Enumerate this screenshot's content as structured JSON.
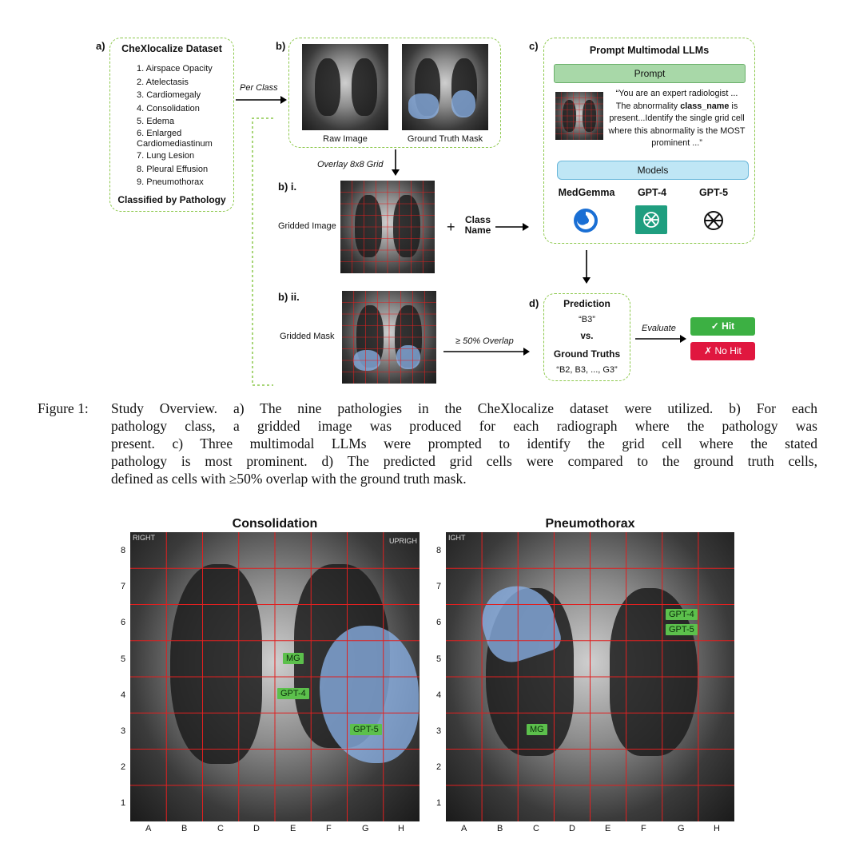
{
  "panel_a": {
    "letter": "a)",
    "title": "CheXlocalize Dataset",
    "items": [
      "1. Airspace Opacity",
      "2. Atelectasis",
      "3. Cardiomegaly",
      "4. Consolidation",
      "5. Edema",
      "6. Enlarged",
      "Cardiomediastinum",
      "7. Lung Lesion",
      "8. Pleural Effusion",
      "9. Pneumothorax"
    ],
    "footer": "Classified by Pathology",
    "arrow_label": "Per Class"
  },
  "panel_b": {
    "letter": "b)",
    "raw_label": "Raw Image",
    "gt_label": "Ground Truth Mask",
    "overlay_label": "Overlay 8x8 Grid",
    "bi": "b) i.",
    "gridded_image": "Gridded Image",
    "plus": "+",
    "class_name": "Class Name",
    "bii": "b) ii.",
    "gridded_mask": "Gridded Mask",
    "overlap_label": "≥ 50% Overlap"
  },
  "panel_c": {
    "letter": "c)",
    "title": "Prompt Multimodal LLMs",
    "prompt_header": "Prompt",
    "prompt_text_1": "“You are an expert radiologist ...",
    "prompt_text_2a": "The abnormality ",
    "prompt_text_2b": "class_name",
    "prompt_text_2c": " is",
    "prompt_text_3": "present...Identify the single grid cell",
    "prompt_text_4": "where this abnormality is the MOST",
    "prompt_text_5": "prominent ...”",
    "models_header": "Models",
    "models": [
      "MedGemma",
      "GPT-4",
      "GPT-5"
    ]
  },
  "panel_d": {
    "letter": "d)",
    "prediction": "Prediction",
    "pred_value": "“B3”",
    "vs": "vs.",
    "gt": "Ground Truths",
    "gt_value": "“B2, B3, ..., G3”",
    "evaluate": "Evaluate",
    "hit": "✓ Hit",
    "nohit": "✗ No Hit",
    "hit_color": "#3cb043",
    "nohit_color": "#e0173f"
  },
  "caption": {
    "label": "Figure 1:",
    "line1": "Study Overview. a) The nine pathologies in the CheXlocalize dataset were utilized. b) For each",
    "line2": "pathology class, a gridded image was produced for each radiograph where the pathology was",
    "line3": "present.  c) Three multimodal LLMs were prompted to identify the grid cell where the stated",
    "line4": "pathology is most prominent. d) The predicted grid cells were compared to the ground truth cells,",
    "line5": "defined as cells with ≥50% overlap with the ground truth mask."
  },
  "bottom": {
    "left_title": "Consolidation",
    "right_title": "Pneumothorax",
    "x_ticks": [
      "A",
      "B",
      "C",
      "D",
      "E",
      "F",
      "G",
      "H"
    ],
    "y_ticks": [
      "8",
      "7",
      "6",
      "5",
      "4",
      "3",
      "2",
      "1"
    ],
    "left_chips": [
      "MG",
      "GPT-4",
      "GPT-5"
    ],
    "right_chips": [
      "GPT-4",
      "GPT-5",
      "MG"
    ],
    "left_corner_l": "RIGHT",
    "left_corner_r": "UPRIGH",
    "right_corner": "IGHT"
  }
}
